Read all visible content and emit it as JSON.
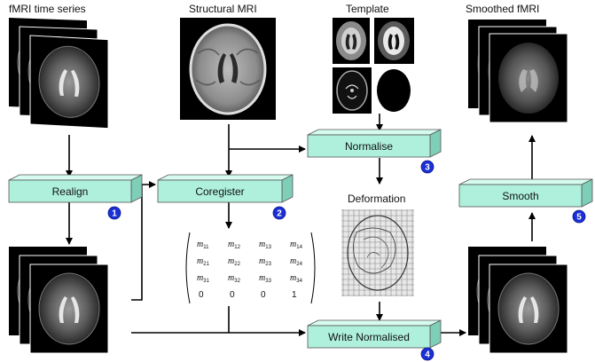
{
  "labels": {
    "fmri_series": "fMRI time series",
    "structural": "Structural MRI",
    "template": "Template",
    "smoothed": "Smoothed fMRI",
    "deformation": "Deformation"
  },
  "steps": {
    "realign": "Realign",
    "coregister": "Coregister",
    "normalise": "Normalise",
    "write_normalised": "Write Normalised",
    "smooth": "Smooth"
  },
  "badges": [
    "1",
    "2",
    "3",
    "4",
    "5"
  ],
  "matrix": {
    "rows": [
      [
        {
          "v": "m",
          "s": "11"
        },
        {
          "v": "m",
          "s": "12"
        },
        {
          "v": "m",
          "s": "13"
        },
        {
          "v": "m",
          "s": "14"
        }
      ],
      [
        {
          "v": "m",
          "s": "21"
        },
        {
          "v": "m",
          "s": "22"
        },
        {
          "v": "m",
          "s": "23"
        },
        {
          "v": "m",
          "s": "24"
        }
      ],
      [
        {
          "v": "m",
          "s": "31"
        },
        {
          "v": "m",
          "s": "32"
        },
        {
          "v": "m",
          "s": "33"
        },
        {
          "v": "m",
          "s": "34"
        }
      ],
      [
        {
          "v": "0",
          "s": ""
        },
        {
          "v": "0",
          "s": ""
        },
        {
          "v": "0",
          "s": ""
        },
        {
          "v": "1",
          "s": ""
        }
      ]
    ]
  },
  "colors": {
    "box_fill": "#aef0dc",
    "box_side": "#7fcfb8",
    "badge": "#1b2fd6"
  }
}
